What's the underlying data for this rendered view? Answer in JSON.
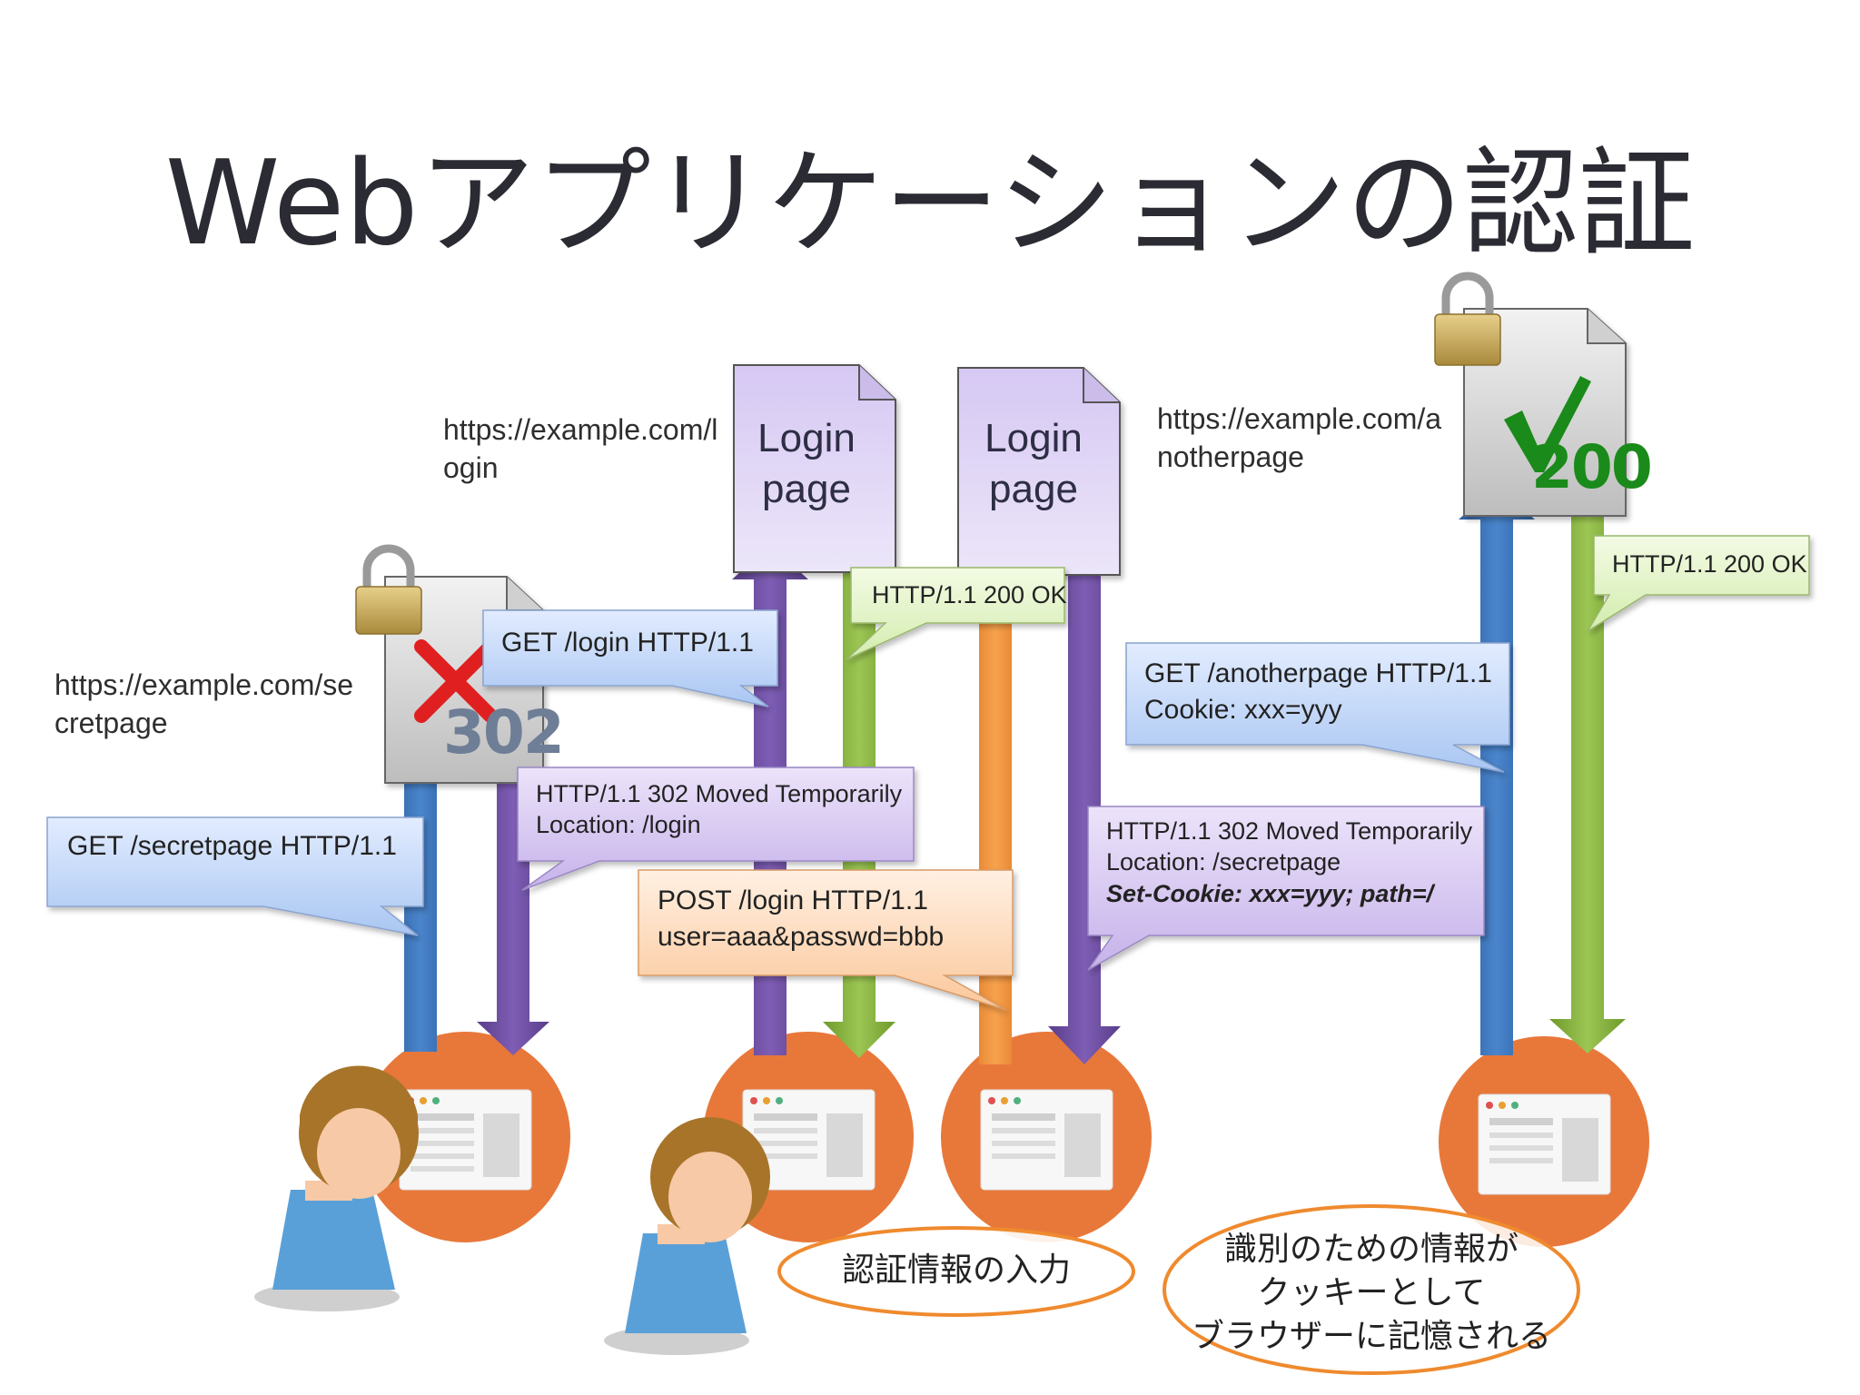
{
  "title": "Webアプリケーションの認証",
  "urls": {
    "secretpage": "https://example.com/secretpage",
    "login": "https://example.com/login",
    "anotherpage": "https://example.com/anotherpage"
  },
  "documents": {
    "login_page_1": "Login\npage",
    "login_page_2": "Login\npage"
  },
  "status_codes": {
    "redirect": "302",
    "ok": "200"
  },
  "messages": {
    "get_secretpage": "GET /secretpage HTTP/1.1",
    "get_login": "GET /login HTTP/1.1",
    "redirect_login_line1": "HTTP/1.1 302 Moved Temporarily",
    "redirect_login_line2": "Location: /login",
    "ok_login": "HTTP/1.1 200 OK",
    "post_login_line1": "POST /login HTTP/1.1",
    "post_login_line2": "user=aaa&passwd=bbb",
    "redirect_secret_line1": "HTTP/1.1 302 Moved Temporarily",
    "redirect_secret_line2": "Location: /secretpage",
    "redirect_secret_line3": "Set-Cookie: xxx=yyy; path=/",
    "get_another_line1": "GET /anotherpage HTTP/1.1",
    "get_another_line2": "Cookie: xxx=yyy",
    "ok_another": "HTTP/1.1 200 OK"
  },
  "notes": {
    "credentials": "認証情報の入力",
    "cookie": "識別のための情報が\nクッキーとして\nブラウザーに記憶される"
  },
  "colors": {
    "request_arrow": "#3a6fb5",
    "response_arrow": "#6b4d9e",
    "ok_arrow": "#86ad3a",
    "post_arrow": "#ef8a2e",
    "browser_circle": "#e8783a",
    "reject": "#e02020",
    "accept": "#1a8a1a"
  },
  "icons": [
    "lock-icon",
    "document-icon",
    "browser-icon",
    "user-icon",
    "cross-icon",
    "checkmark-icon"
  ]
}
